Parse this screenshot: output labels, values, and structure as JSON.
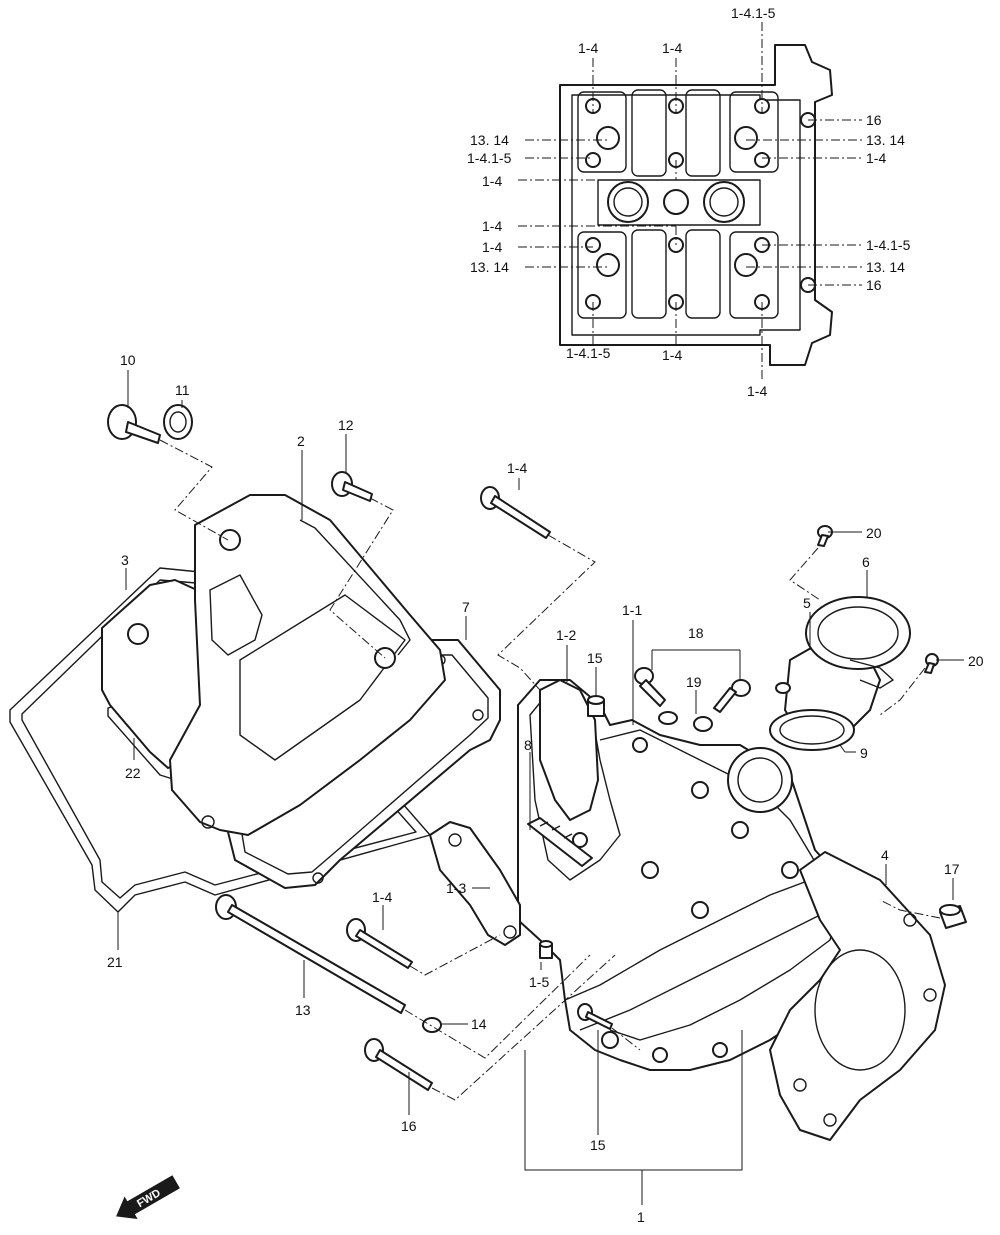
{
  "diagram": {
    "callouts": {
      "c1": "1",
      "c1_1": "1-1",
      "c1_2": "1-2",
      "c1_3": "1-3",
      "c1_4": "1-4",
      "c1_4b": "1-4",
      "c1_5": "1-5",
      "c2": "2",
      "c3": "3",
      "c4": "4",
      "c5": "5",
      "c6": "6",
      "c7": "7",
      "c8": "8",
      "c9": "9",
      "c10": "10",
      "c11": "11",
      "c12": "12",
      "c13": "13",
      "c14": "14",
      "c15a": "15",
      "c15b": "15",
      "c16": "16",
      "c17": "17",
      "c18": "18",
      "c19": "19",
      "c20a": "20",
      "c20b": "20",
      "c21": "21",
      "c22": "22"
    },
    "inset": {
      "top_1": "1-4",
      "top_2": "1-4",
      "top_3": "1-4.1-5",
      "left_1": "13. 14",
      "left_2": "1-4.1-5",
      "left_3": "1-4",
      "left_4": "1-4",
      "left_5": "1-4",
      "left_6": "13. 14",
      "right_1": "16",
      "right_2": "13. 14",
      "right_3": "1-4",
      "right_4": "1-4.1-5",
      "right_5": "13. 14",
      "right_6": "16",
      "bottom_1": "1-4.1-5",
      "bottom_2": "1-4",
      "bottom_3": "1-4"
    },
    "fwd_label": "FWD"
  }
}
